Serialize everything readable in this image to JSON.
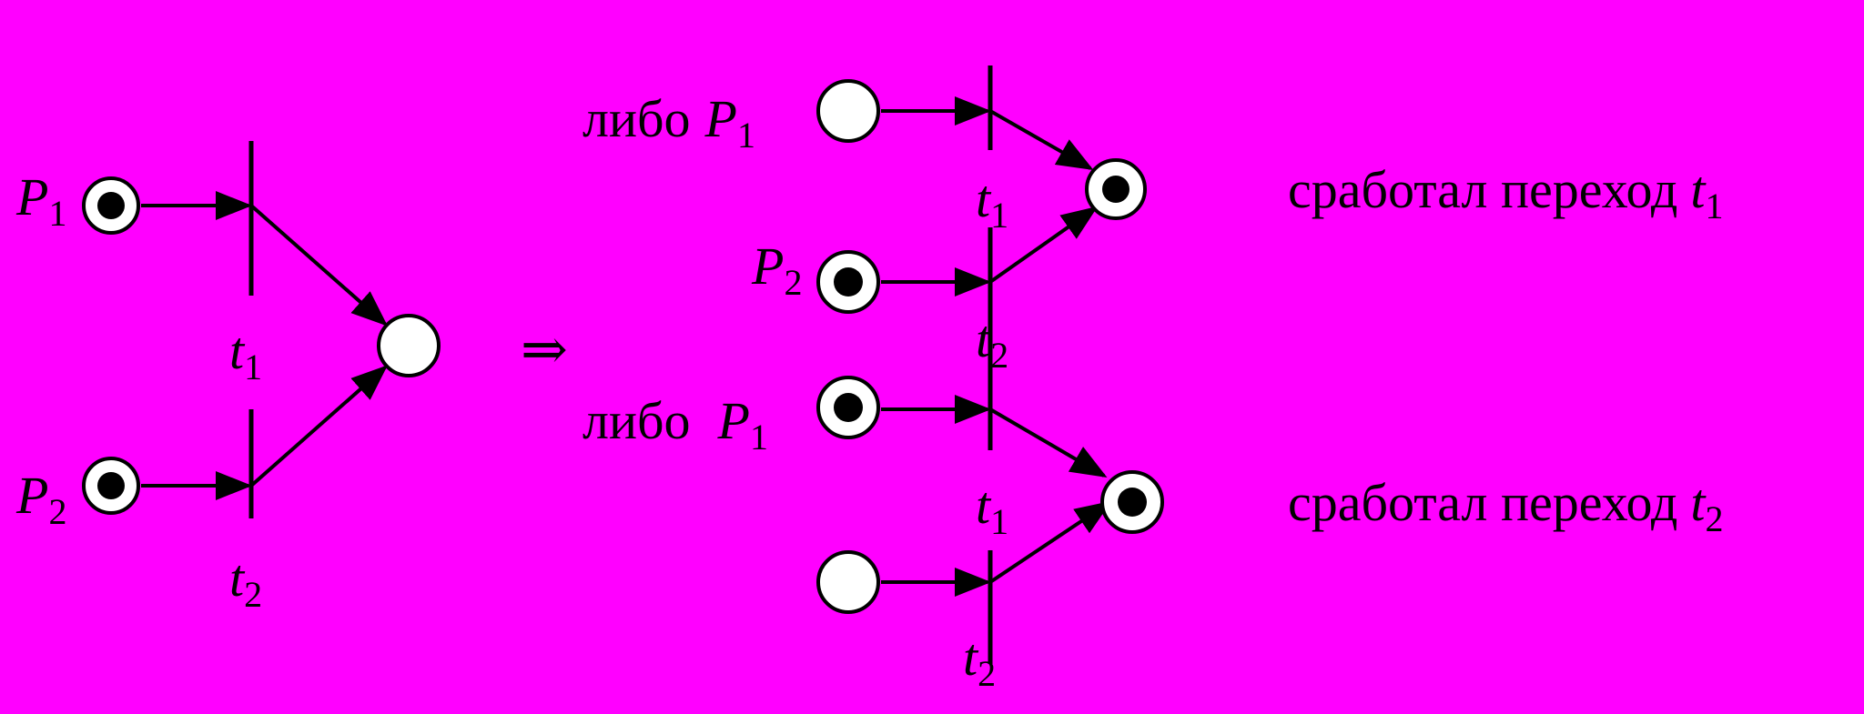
{
  "colors": {
    "background": "#ff00ff",
    "ink": "#000000",
    "place_fill": "#ffffff"
  },
  "text": {
    "place_p": "P",
    "transition_t": "t",
    "sub_1": "1",
    "sub_2": "2",
    "arrow_symbol": "⇒",
    "either_word": "либо",
    "result_prefix": "сработал переход"
  },
  "net": {
    "initial": {
      "p1_marked": true,
      "p2_marked": true,
      "output_marked": false
    },
    "case_t1": {
      "p1_marked": false,
      "p2_marked": true,
      "output_marked": true
    },
    "case_t2": {
      "p1_marked": true,
      "p2_marked": false,
      "output_marked": true
    }
  }
}
